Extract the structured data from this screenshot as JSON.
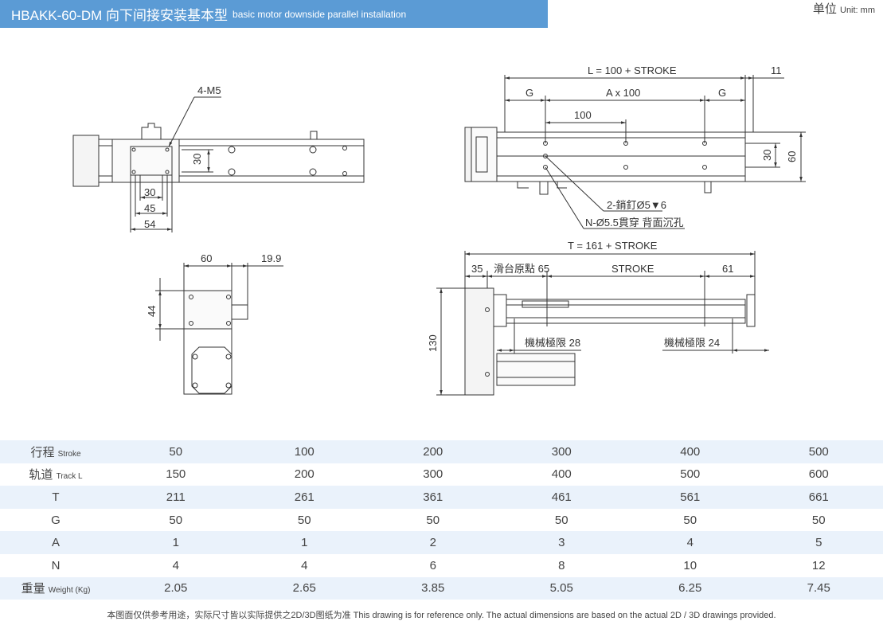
{
  "header": {
    "title": "HBAKK-60-DM 向下间接安装基本型",
    "subtitle": "basic motor downside parallel installation",
    "unit_label": "单位",
    "unit_value": "Unit: mm"
  },
  "drawing_labels": {
    "m5": "4-M5",
    "d30v": "30",
    "d30": "30",
    "d45": "45",
    "d54": "54",
    "l_total": "L = 100 + STROKE",
    "d11": "11",
    "g_left": "G",
    "a100": "A x 100",
    "g_right": "G",
    "d100": "100",
    "d30r": "30",
    "d60r": "60",
    "pin": "2-銷釘Ø5▼6",
    "hole": "N-Ø5.5貫穿 背面沉孔",
    "d60": "60",
    "d199": "19.9",
    "d44": "44",
    "t_total": "T = 161 + STROKE",
    "d35": "35",
    "origin": "滑台原點 65",
    "stroke": "STROKE",
    "d61": "61",
    "d130": "130",
    "limit28": "機械極限 28",
    "limit24": "機械極限 24"
  },
  "table": {
    "rows": [
      {
        "label": "行程",
        "sub": "Stroke",
        "values": [
          "50",
          "100",
          "200",
          "300",
          "400",
          "500"
        ]
      },
      {
        "label": "轨道",
        "sub": "Track L",
        "values": [
          "150",
          "200",
          "300",
          "400",
          "500",
          "600"
        ]
      },
      {
        "label": "T",
        "sub": "",
        "values": [
          "211",
          "261",
          "361",
          "461",
          "561",
          "661"
        ]
      },
      {
        "label": "G",
        "sub": "",
        "values": [
          "50",
          "50",
          "50",
          "50",
          "50",
          "50"
        ]
      },
      {
        "label": "A",
        "sub": "",
        "values": [
          "1",
          "1",
          "2",
          "3",
          "4",
          "5"
        ]
      },
      {
        "label": "N",
        "sub": "",
        "values": [
          "4",
          "4",
          "6",
          "8",
          "10",
          "12"
        ]
      },
      {
        "label": "重量",
        "sub": "Weight (Kg)",
        "values": [
          "2.05",
          "2.65",
          "3.85",
          "5.05",
          "6.25",
          "7.45"
        ]
      }
    ]
  },
  "footnote": "本图面仅供参考用途，实际尺寸皆以实际提供之2D/3D图纸为准 This drawing is for reference only. The actual dimensions are based on the actual 2D / 3D drawings provided.",
  "colors": {
    "title_bg": "#5b9bd5",
    "row_alt": "#eaf2fb",
    "line": "#333333"
  }
}
